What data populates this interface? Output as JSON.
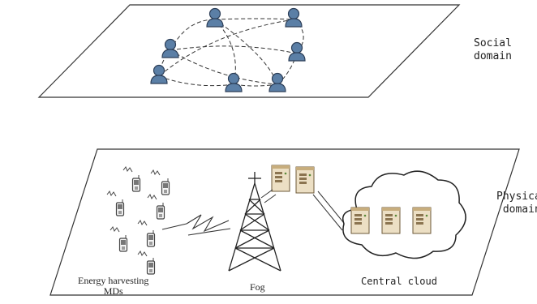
{
  "labels": {
    "social_domain_line1": "Social",
    "social_domain_line2": "domain",
    "physical_domain_line1": "Physical",
    "physical_domain_line2": "domain",
    "energy_mds_line1": "Energy harvesting",
    "energy_mds_line2": "MDs",
    "fog": "Fog",
    "central_cloud": "Central cloud"
  },
  "colors": {
    "user_icon": "#5b7fa6",
    "user_icon_dark": "#2c3e57",
    "plane_stroke": "#333333",
    "line": "#333333",
    "server_body": "#e9dcc2",
    "server_dark": "#b89a6a",
    "phone": "#555555"
  },
  "icons": {
    "user": "user-icon",
    "phone": "mobile-phone-icon",
    "tower": "radio-tower-icon",
    "server": "server-icon",
    "cloud": "cloud-icon",
    "wireless": "wireless-link-icon"
  }
}
